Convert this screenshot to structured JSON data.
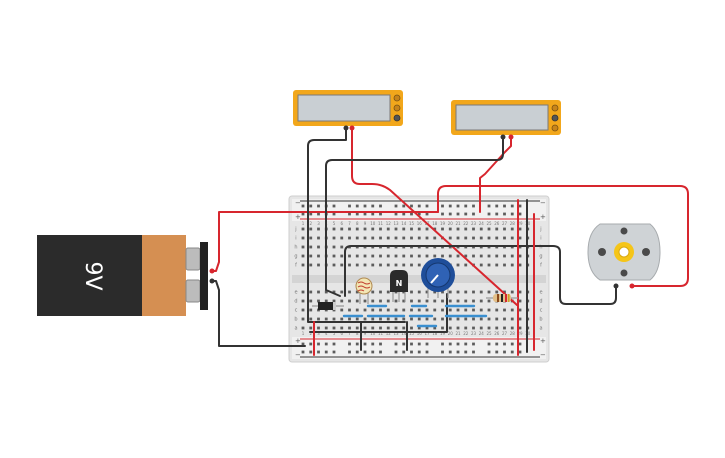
{
  "battery": {
    "label": "9V",
    "case_color": "#2b2b2b",
    "cap_color": "#d58f52"
  },
  "breadboard": {
    "top_rail_signs": [
      "−",
      "+"
    ],
    "bottom_rail_signs": [
      "+",
      "−"
    ],
    "top_row_letters": [
      "j",
      "i",
      "h",
      "g",
      "f"
    ],
    "bottom_row_letters": [
      "e",
      "d",
      "c",
      "b",
      "a"
    ],
    "column_numbers": [
      "1",
      "2",
      "3",
      "4",
      "5",
      "6",
      "7",
      "8",
      "9",
      "10",
      "11",
      "12",
      "13",
      "14",
      "15",
      "16",
      "17",
      "18",
      "19",
      "20",
      "21",
      "22",
      "23",
      "24",
      "25",
      "26",
      "27",
      "28",
      "29",
      "30"
    ]
  },
  "transistor": {
    "label": "N"
  },
  "multimeters": [
    {
      "name": "left",
      "body_color": "#f2a71b"
    },
    {
      "name": "right",
      "body_color": "#f2a71b"
    }
  ],
  "colors": {
    "wire_red": "#d7262e",
    "wire_black": "#333333",
    "wire_blue": "#3a8fd0",
    "pot_knob": "#1f4e9a",
    "motor_body": "#cfd3d6",
    "motor_fan": "#f5c518"
  },
  "icons": {
    "motor": "fan-icon",
    "multimeter": "display-icon",
    "ldr": "photoresistor-icon",
    "potentiometer": "knob-icon"
  }
}
